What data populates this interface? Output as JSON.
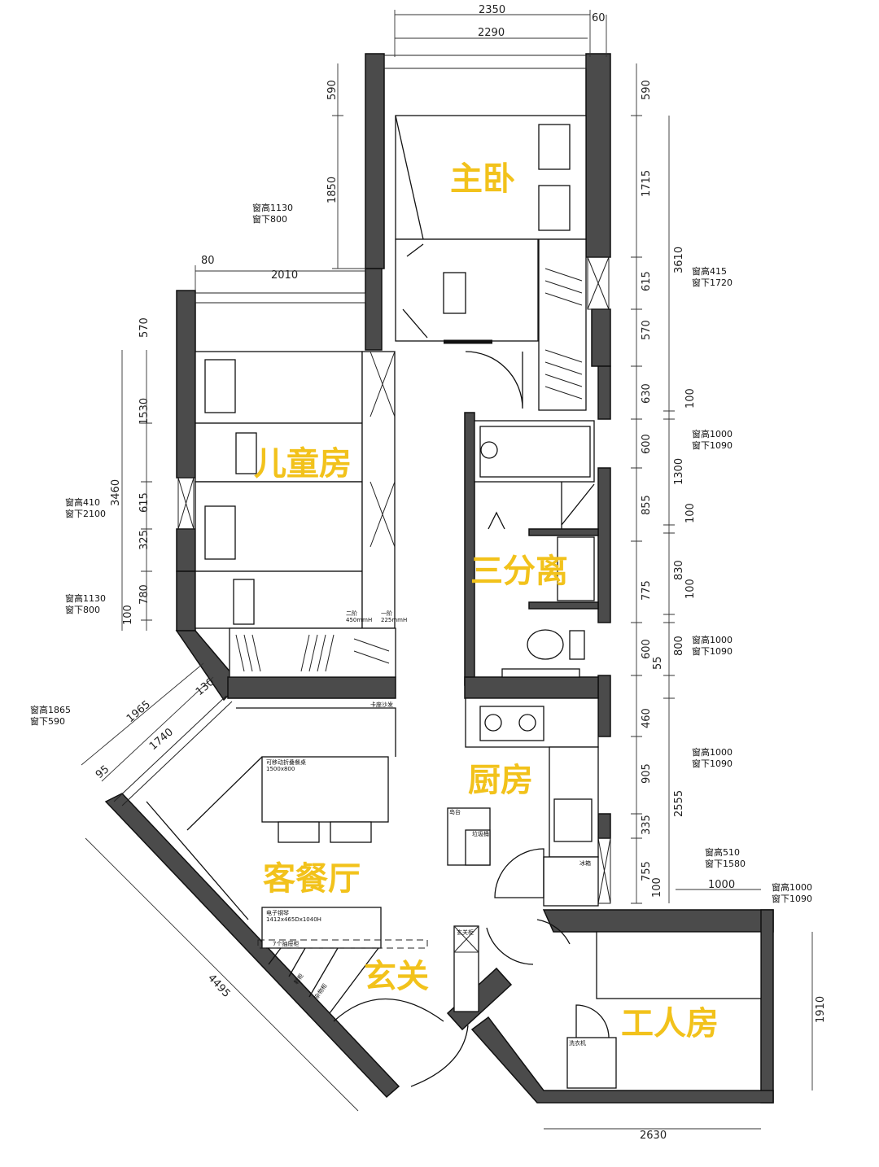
{
  "colors": {
    "wall": "#4b4b4b",
    "room_label": "#f2c21b",
    "line": "#111111"
  },
  "rooms": {
    "master": "主卧",
    "kids": "儿童房",
    "bath": "三分离",
    "kitchen": "厨房",
    "living": "客餐厅",
    "entry": "玄关",
    "worker": "工人房"
  },
  "furniture": {
    "step2": "二阶",
    "step2h": "450mmH",
    "step1": "一阶",
    "step1h": "225mmH",
    "sofa": "卡座沙发",
    "table": "可移动折叠餐桌",
    "table_size": "1500x800",
    "island": "岛台",
    "bin": "垃圾桶",
    "fridge": "冰箱",
    "piano": "电子钢琴",
    "piano_size": "1412x465Dx1040H",
    "drawer": "7个抽屉柜",
    "shoe": "鞋柜",
    "storage": "杂物柜",
    "entry_cab": "玄关柜",
    "washer": "洗衣机"
  },
  "dims": {
    "top": [
      "2350",
      "60",
      "2290"
    ],
    "master_left": [
      "590",
      "1850"
    ],
    "kids_top": [
      "80",
      "2010"
    ],
    "kids_left": [
      "570",
      "1530",
      "615",
      "325",
      "780",
      "100",
      "3460"
    ],
    "right_a": [
      "590",
      "1715",
      "615",
      "570",
      "630",
      "600",
      "855",
      "775",
      "600",
      "460",
      "905",
      "335",
      "755",
      "100"
    ],
    "right_b": [
      "3610",
      "100",
      "1300",
      "100",
      "830",
      "100",
      "800",
      "55",
      "2555"
    ],
    "worker": [
      "1000",
      "1910",
      "2630"
    ],
    "diag": [
      "1965",
      "130",
      "1740",
      "95",
      "4495"
    ]
  },
  "windows": [
    [
      "窗高1130",
      "窗下800"
    ],
    [
      "窗高415",
      "窗下1720"
    ],
    [
      "窗高1000",
      "窗下1090"
    ],
    [
      "窗高410",
      "窗下2100"
    ],
    [
      "窗高1130",
      "窗下800"
    ],
    [
      "窗高1000",
      "窗下1090"
    ],
    [
      "窗高1865",
      "窗下590"
    ],
    [
      "窗高1000",
      "窗下1090"
    ],
    [
      "窗高510",
      "窗下1580"
    ],
    [
      "窗高1000",
      "窗下1090"
    ]
  ]
}
